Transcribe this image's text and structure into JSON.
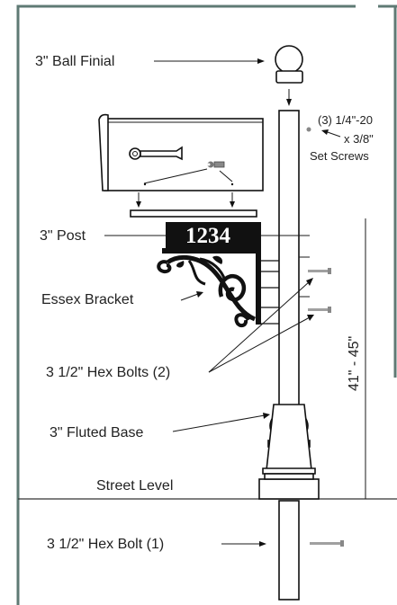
{
  "colors": {
    "frame": "#5f7a74",
    "ink": "#111111",
    "plaque": "#111111",
    "plaque_text": "#ffffff",
    "hardware": "#9a9a9a"
  },
  "labels": {
    "ball_finial": "3\" Ball Finial",
    "set_screws_line1": "(3) 1/4\"-20",
    "set_screws_line2": "x 3/8\"",
    "set_screws_line3": "Set Screws",
    "post": "3\" Post",
    "house_number": "1234",
    "essex_bracket": "Essex Bracket",
    "height_range": "41\" - 45\"",
    "hex_bolts_two": "3 1/2\" Hex Bolts (2)",
    "fluted_base": "3\" Fluted Base",
    "street_level": "Street Level",
    "hex_bolt_one": "3 1/2\" Hex Bolt (1)"
  }
}
